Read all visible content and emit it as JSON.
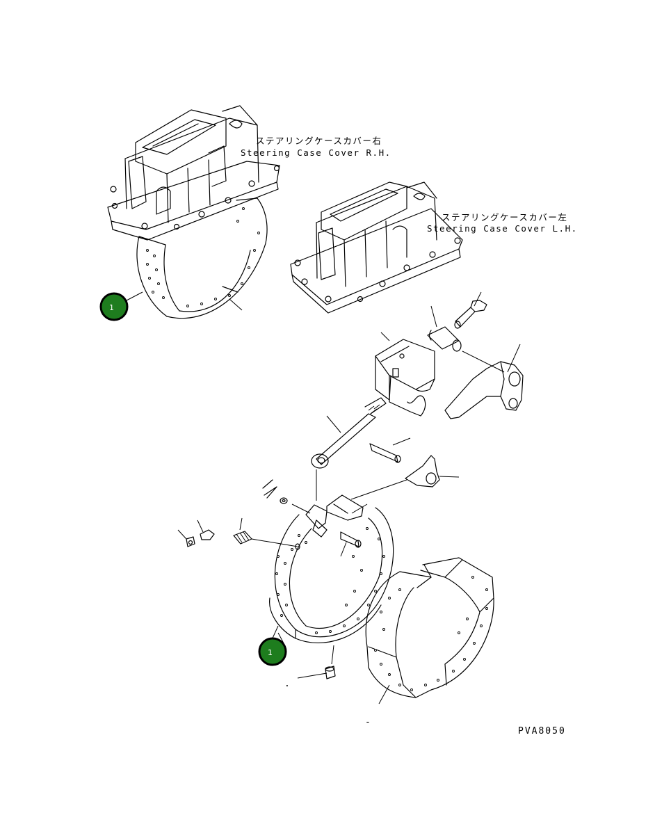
{
  "labels": {
    "case_cover_rh_jp": "ステアリングケースカバー右",
    "case_cover_rh_en": "Steering Case Cover R.H.",
    "case_cover_lh_jp": "ステアリングケースカバー左",
    "case_cover_lh_en": "Steering Case Cover L.H."
  },
  "callouts": [
    {
      "id": "callout-top",
      "number": "1",
      "color": "#1e7d1e"
    },
    {
      "id": "callout-bottom",
      "number": "1",
      "color": "#1e7d1e"
    }
  ],
  "drawing_code": "PVA8050",
  "stray_marks": {
    "dot": ".",
    "dash": "-"
  }
}
